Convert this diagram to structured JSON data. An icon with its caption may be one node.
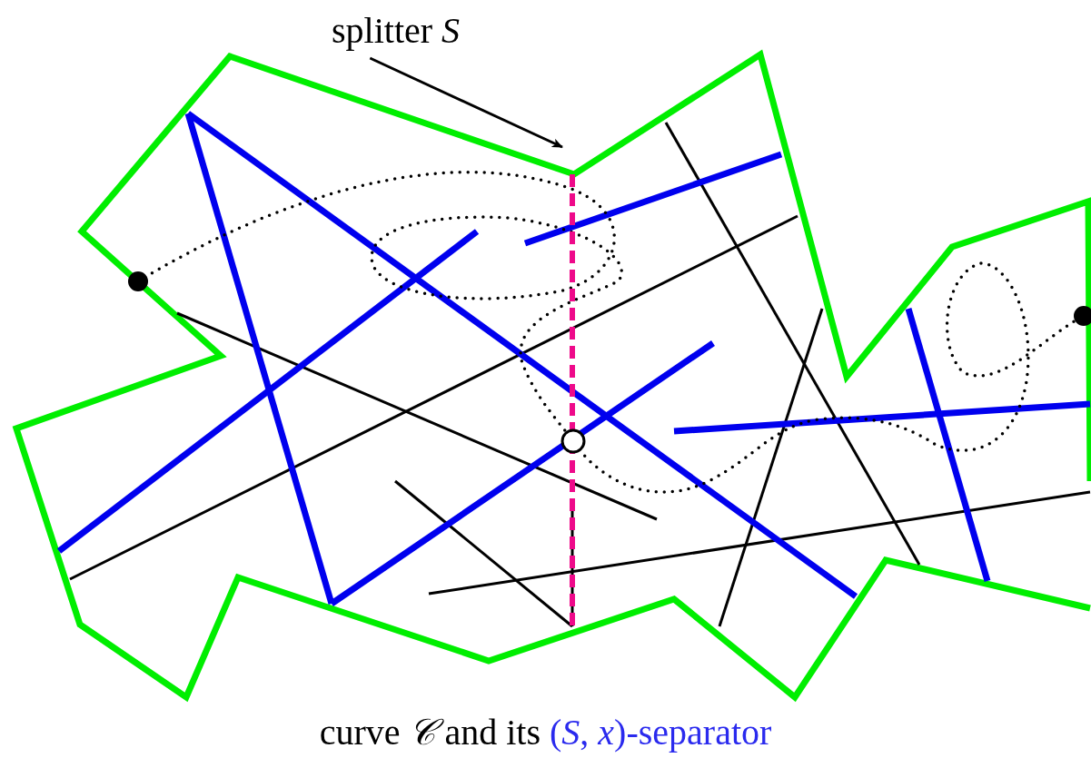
{
  "diagram": {
    "caption": "curve *𝒞* and its",
    "nodes": [
      {
        "text": [
          "splitter *S*"
        ]
      },
      {
        "text": [],
        "shape": "bar"
      }
    ],
    "edges": [
      {
        "from": 0,
        "to": 1,
        "arrow": "to"
      }
    ],
    "labels": [
      "(*S*, *x*)-separator"
    ]
  }
}
